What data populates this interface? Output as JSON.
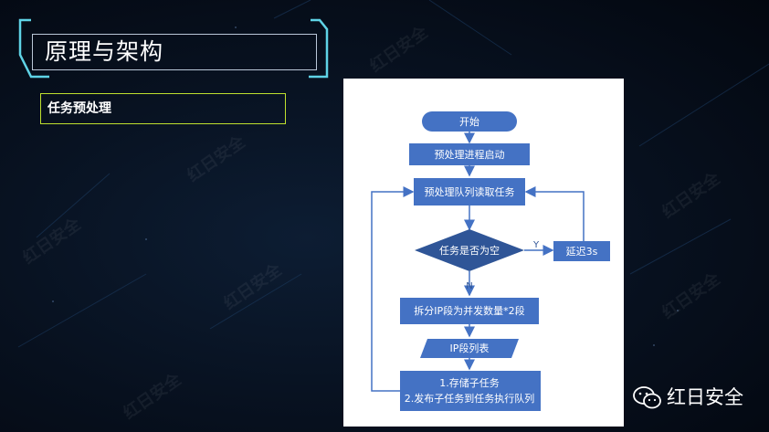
{
  "slide": {
    "title": "原理与架构",
    "subtitle": "任务预处理",
    "watermark": "红日安全",
    "brand": "红日安全"
  },
  "flowchart": {
    "start": "开始",
    "step1": "预处理进程启动",
    "step2": "预处理队列读取任务",
    "decision": "任务是否为空",
    "delay": "延迟3s",
    "yes_label": "Y",
    "no_label": "N",
    "step3": "拆分IP段为并发数量*2段",
    "data": "IP段列表",
    "step4_line1": "1.存储子任务",
    "step4_line2": "2.发布子任务到任务执行队列"
  },
  "colors": {
    "accent": "#4472c4",
    "accent_dark": "#2f5597",
    "title_border": "#b9c7d8",
    "sub_border": "#bfe02e",
    "frame_cyan": "#5fd3e6"
  }
}
